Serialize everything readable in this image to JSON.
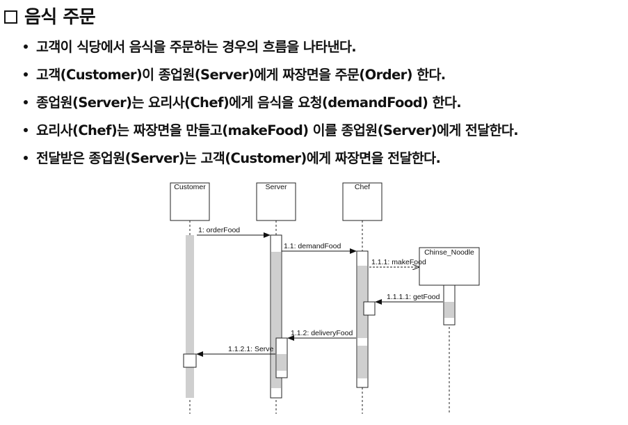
{
  "section": {
    "title": "음식 주문"
  },
  "bullets": [
    "고객이 식당에서 음식을 주문하는 경우의 흐름을 나타낸다.",
    "고객(Customer)이 종업원(Server)에게 짜장면을 주문(Order) 한다.",
    "종업원(Server)는 요리사(Chef)에게 음식을 요청(demandFood) 한다.",
    "요리사(Chef)는 짜장면을 만들고(makeFood) 이를 종업원(Server)에게 전달한다.",
    "전달받은 종업원(Server)는 고객(Customer)에게 짜장면을 전달한다."
  ],
  "diagram": {
    "objects": [
      "Customer",
      "Server",
      "Chef",
      "Chinse_Noodle"
    ],
    "messages": [
      "1: orderFood",
      "1.1: demandFood",
      "1.1.1: makeFood",
      "1.1.1.1: getFood",
      "1.1.2: deliveryFood",
      "1.1.2.1: Serve"
    ]
  }
}
